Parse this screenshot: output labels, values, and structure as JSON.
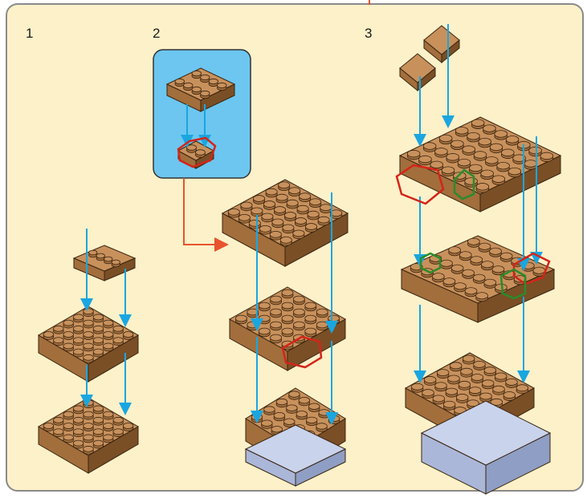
{
  "steps": [
    {
      "number": "1"
    },
    {
      "number": "2"
    },
    {
      "number": "3"
    }
  ],
  "colors": {
    "background": "#fdf1c9",
    "border": "#8a8a8a",
    "brick_top": "#c8915c",
    "brick_side": "#a26e3c",
    "brick_dark": "#7a4f26",
    "blue_brick": "#c9d3ec",
    "arrow_blue": "#1aa6e0",
    "callout_bg": "#6cc6f0",
    "highlight_red": "#d4251a",
    "highlight_green": "#2a8c2a",
    "connector": "#e8532e"
  }
}
